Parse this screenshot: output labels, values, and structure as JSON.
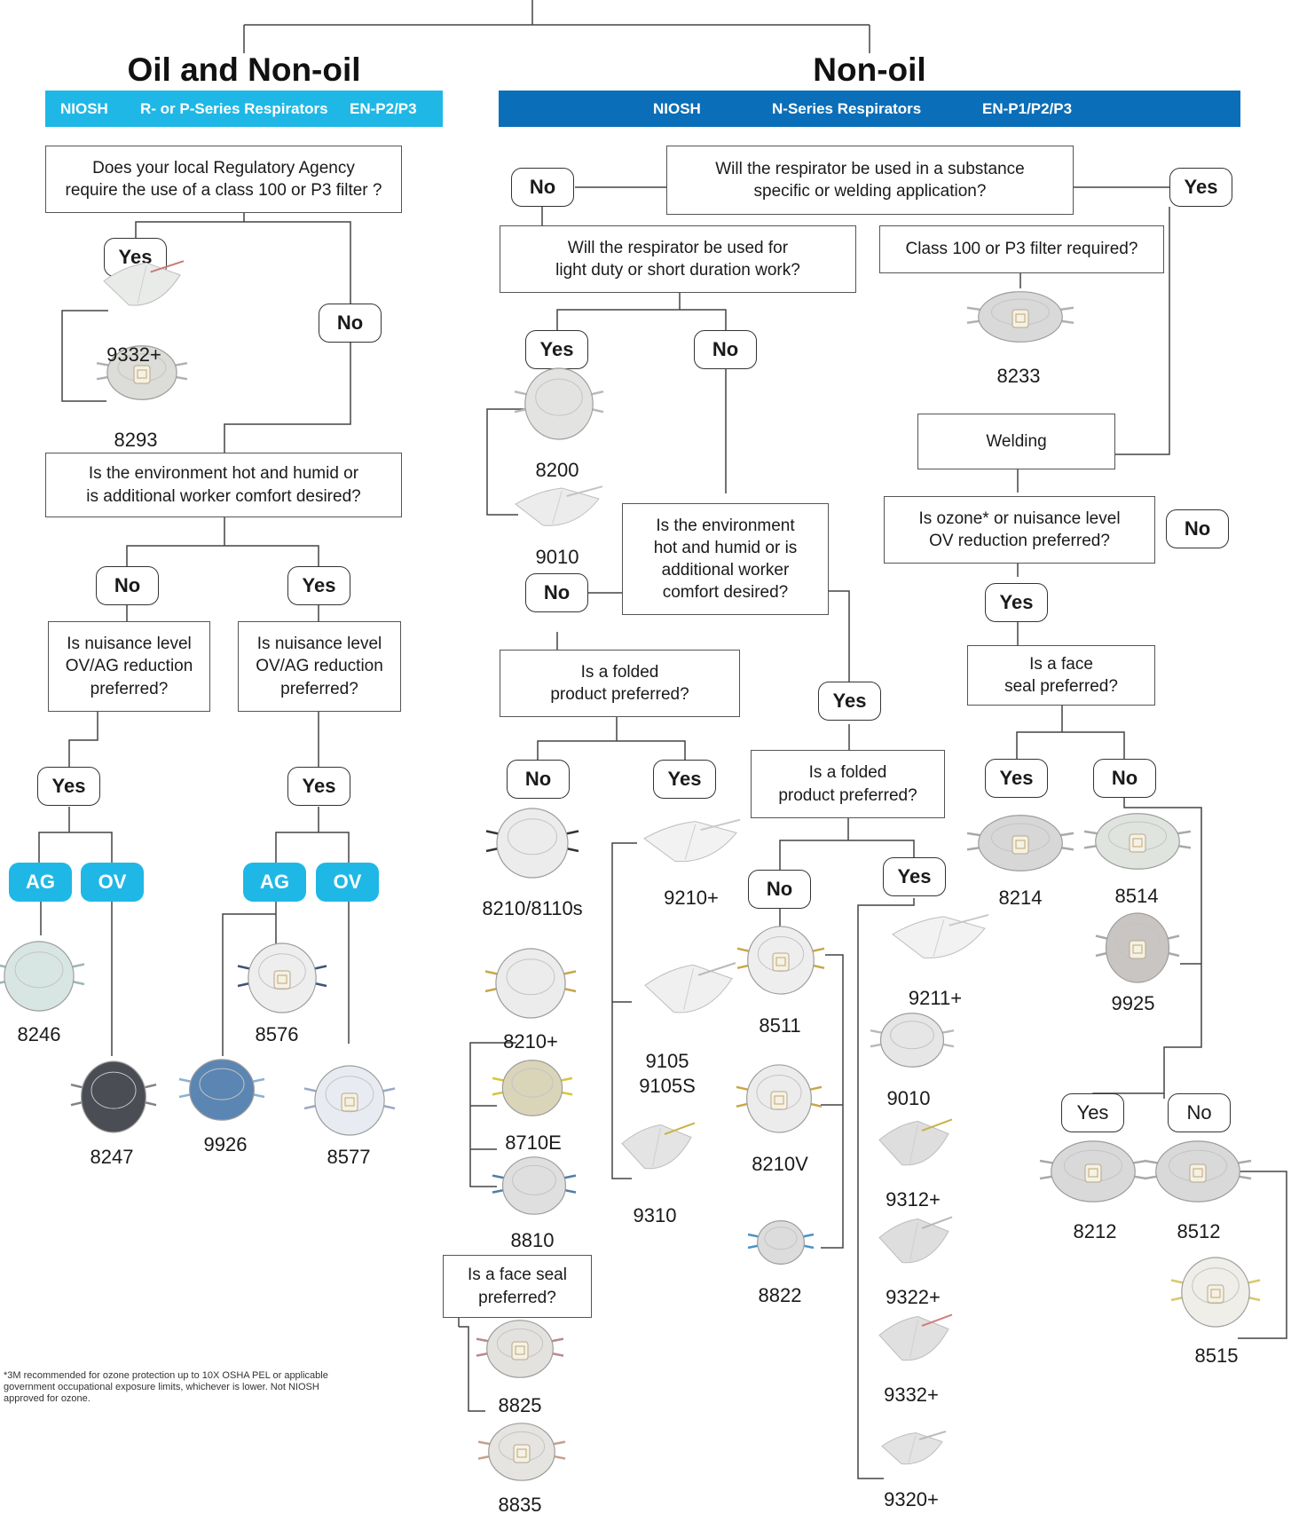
{
  "titles": {
    "oil_non_oil": "Oil and Non-oil",
    "non_oil": "Non-oil"
  },
  "bands": {
    "left": {
      "a": "NIOSH",
      "b": "R- or P-Series Respirators",
      "c": "EN-P2/P3",
      "color": "#1fb8e6"
    },
    "right": {
      "a": "NIOSH",
      "b": "N-Series Respirators",
      "c": "EN-P1/P2/P3",
      "color": "#0a6eb8"
    }
  },
  "questions": {
    "regulatory": "Does your local Regulatory Agency\nrequire the use of a class 100 or P3 filter ?",
    "hot_humid_left": "Is the environment hot and humid or\nis additional worker comfort desired?",
    "nuisance_no": "Is nuisance level\nOV/AG reduction\npreferred?",
    "nuisance_yes": "Is nuisance level\nOV/AG reduction\npreferred?",
    "substance": "Will the respirator be used in a substance\nspecific or welding application?",
    "light_duty": "Will the respirator be used for\nlight duty or short duration work?",
    "class100": "Class 100 or P3 filter required?",
    "welding": "Welding",
    "hot_humid_mid": "Is the environment\nhot and humid or is\nadditional worker\ncomfort desired?",
    "ozone": "Is ozone* or nuisance level\nOV reduction preferred?",
    "folded_1": "Is a folded\nproduct preferred?",
    "folded_2": "Is a folded\nproduct preferred?",
    "face_seal_right": "Is a face\nseal preferred?",
    "face_seal_left": "Is a face seal\npreferred?"
  },
  "answers": {
    "yes": "Yes",
    "no": "No",
    "ag": "AG",
    "ov": "OV"
  },
  "products": {
    "p9332a": "9332+",
    "p8293": "8293",
    "p8246": "8246",
    "p8247": "8247",
    "p8576": "8576",
    "p9926": "9926",
    "p8577": "8577",
    "p8200": "8200",
    "p9010a": "9010",
    "p8233": "8233",
    "p8210_8110s": "8210/8110s",
    "p8210p": "8210+",
    "p8710e": "8710E",
    "p8810": "8810",
    "p9210": "9210+",
    "p9105": "9105\n9105S",
    "p9310": "9310",
    "p8511": "8511",
    "p8210v": "8210V",
    "p8822": "8822",
    "p9211": "9211+",
    "p9010b": "9010",
    "p9312": "9312+",
    "p9322": "9322+",
    "p9332b": "9332+",
    "p9320": "9320+",
    "p8214": "8214",
    "p8514": "8514",
    "p9925": "9925",
    "p8212": "8212",
    "p8512": "8512",
    "p8515": "8515",
    "p8825": "8825",
    "p8835": "8835"
  },
  "footnote": "*3M recommended for ozone protection up to 10X OSHA PEL or applicable government occupational exposure limits, whichever is lower. Not NIOSH approved for ozone."
}
